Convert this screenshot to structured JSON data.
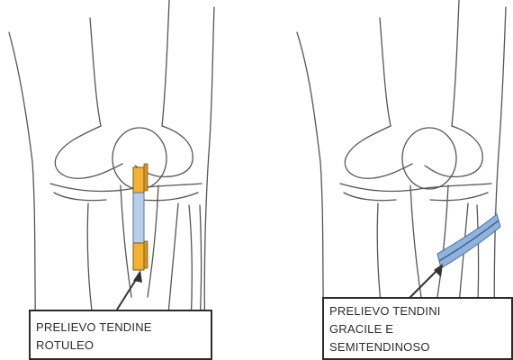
{
  "colors": {
    "outline": "#555555",
    "tendon_gold": "#f2b233",
    "graft_blue": "#b8cfeb",
    "hamstring_blue": "#8fb3df",
    "arrow": "#333333"
  },
  "panels": [
    {
      "label_lines": [
        "PRELIEVO TENDINE",
        "ROTULEO"
      ]
    },
    {
      "label_lines": [
        "PRELIEVO TENDINI",
        "GRACILE E",
        "SEMITENDINOSO"
      ]
    }
  ]
}
